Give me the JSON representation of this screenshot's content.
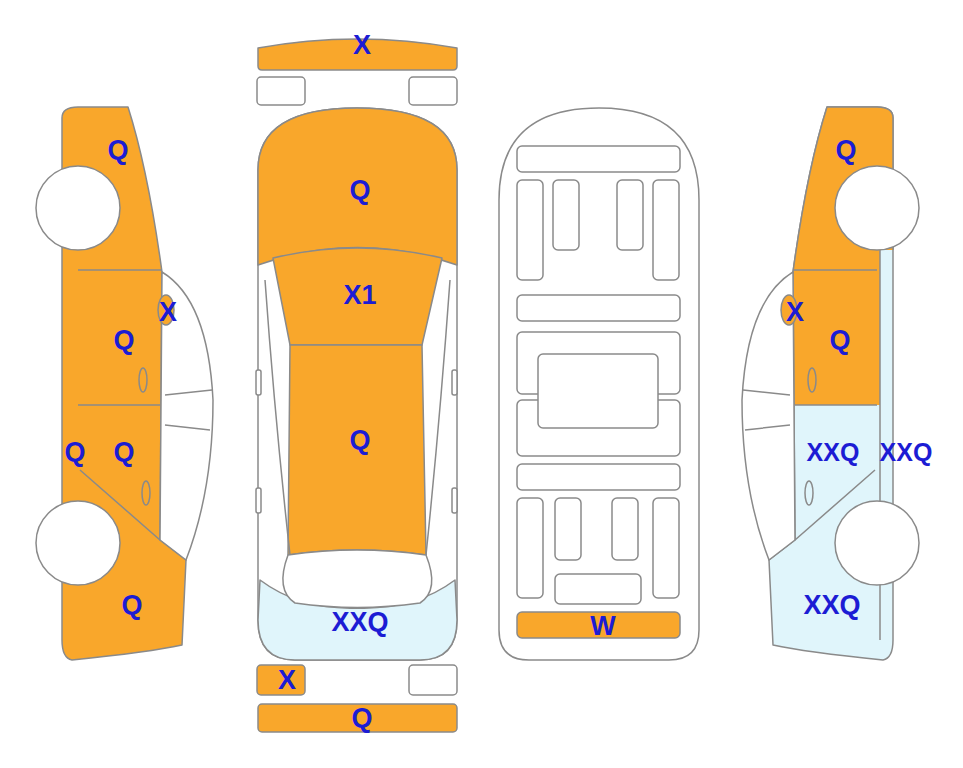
{
  "diagram": {
    "labels": [
      "X",
      "Q",
      "X",
      "Q",
      "Q",
      "Q",
      "Q",
      "Q",
      "X1",
      "Q",
      "XXQ",
      "W",
      "Q",
      "X",
      "Q",
      "XXQ",
      "XXQ",
      "XXQ",
      "X",
      "Q"
    ]
  }
}
